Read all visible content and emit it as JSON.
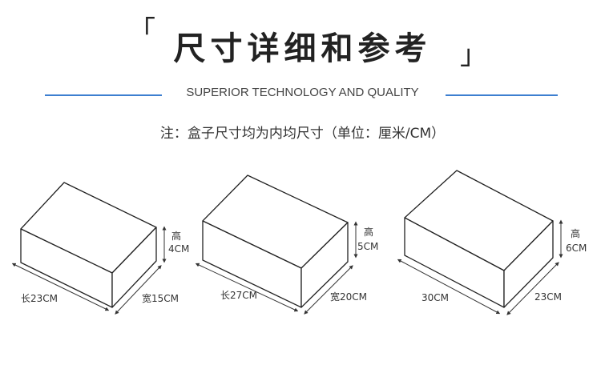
{
  "header": {
    "bracket_open": "「",
    "bracket_close": "」",
    "title": "尺寸详细和参考",
    "tagline": "SUPERIOR TECHNOLOGY AND QUALITY"
  },
  "note": "注：盒子尺寸均为内均尺寸（单位：厘米/CM）",
  "boxes": [
    {
      "length": "长23CM",
      "width": "宽15CM",
      "height_char": "高",
      "height": "4CM"
    },
    {
      "length": "长27CM",
      "width": "宽20CM",
      "height_char": "高",
      "height": "5CM"
    },
    {
      "length": "30CM",
      "width": "23CM",
      "height_char": "高",
      "height": "6CM"
    }
  ],
  "colors": {
    "accent": "#3d7fd0",
    "text": "#333333"
  }
}
